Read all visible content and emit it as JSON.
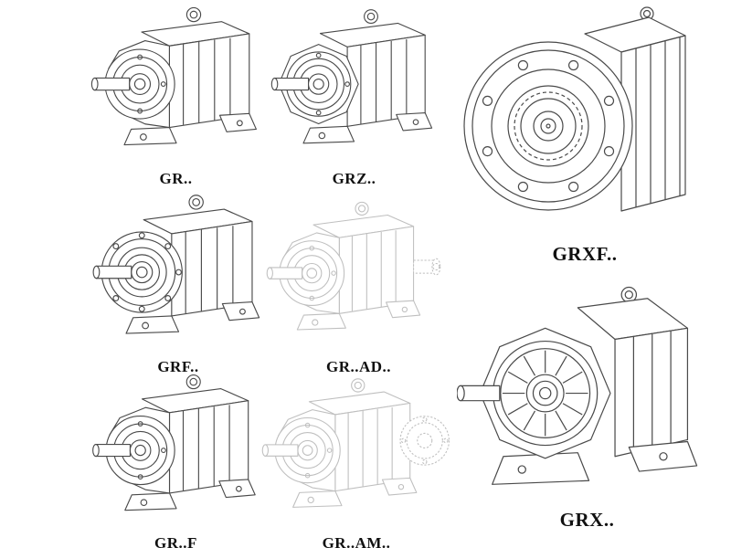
{
  "page": {
    "background": "#ffffff",
    "line_color": "#4a4a4a",
    "faded_line_color": "#bfbfbf",
    "description": "Catalog sheet of helical gear reducer models shown as technical line drawings"
  },
  "models": [
    {
      "id": "gr",
      "label": "GR..",
      "style": "solid",
      "mounting": "foot"
    },
    {
      "id": "grz",
      "label": "GRZ..",
      "style": "solid",
      "mounting": "foot"
    },
    {
      "id": "grxf",
      "label": "GRXF..",
      "style": "solid",
      "mounting": "flange"
    },
    {
      "id": "grf",
      "label": "GRF..",
      "style": "solid",
      "mounting": "flange-foot"
    },
    {
      "id": "gr_ad",
      "label": "GR..AD..",
      "style": "faded",
      "mounting": "foot-adapter"
    },
    {
      "id": "gr_f",
      "label": "GR..F",
      "style": "solid",
      "mounting": "foot"
    },
    {
      "id": "gr_am",
      "label": "GR..AM..",
      "style": "faded",
      "mounting": "foot-motor-flange"
    },
    {
      "id": "grx",
      "label": "GRX..",
      "style": "solid",
      "mounting": "foot"
    }
  ]
}
